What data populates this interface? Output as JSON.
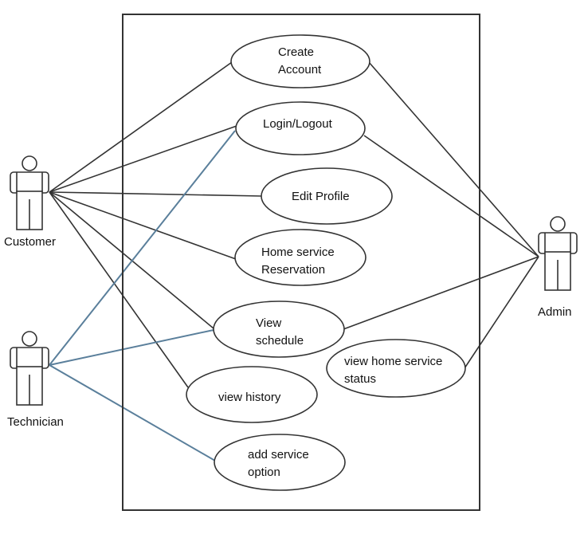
{
  "colors": {
    "stroke": "#333333",
    "technician_line": "#5a7f9b",
    "background": "#ffffff"
  },
  "actors": {
    "customer": {
      "label": "Customer",
      "icon": "stick-figure-icon"
    },
    "technician": {
      "label": "Technician",
      "icon": "stick-figure-icon"
    },
    "admin": {
      "label": "Admin",
      "icon": "stick-figure-icon"
    }
  },
  "use_cases": {
    "create_account": {
      "lines": [
        "Create",
        "Account"
      ]
    },
    "login_logout": {
      "lines": [
        "Login/Logout"
      ]
    },
    "edit_profile": {
      "lines": [
        "Edit Profile"
      ]
    },
    "home_service_reservation": {
      "lines": [
        "Home service",
        "Reservation"
      ]
    },
    "view_schedule": {
      "lines": [
        "View",
        "schedule"
      ]
    },
    "view_home_service_status": {
      "lines": [
        "view home service",
        "status"
      ]
    },
    "view_history": {
      "lines": [
        "view history"
      ]
    },
    "add_service_option": {
      "lines": [
        "add service",
        "option"
      ]
    }
  },
  "associations": [
    {
      "from": "customer",
      "to": "create_account"
    },
    {
      "from": "customer",
      "to": "login_logout"
    },
    {
      "from": "customer",
      "to": "edit_profile"
    },
    {
      "from": "customer",
      "to": "home_service_reservation"
    },
    {
      "from": "customer",
      "to": "view_schedule"
    },
    {
      "from": "customer",
      "to": "view_history"
    },
    {
      "from": "technician",
      "to": "login_logout"
    },
    {
      "from": "technician",
      "to": "view_schedule"
    },
    {
      "from": "technician",
      "to": "add_service_option"
    },
    {
      "from": "admin",
      "to": "create_account"
    },
    {
      "from": "admin",
      "to": "login_logout"
    },
    {
      "from": "admin",
      "to": "view_schedule"
    },
    {
      "from": "admin",
      "to": "view_home_service_status"
    }
  ]
}
